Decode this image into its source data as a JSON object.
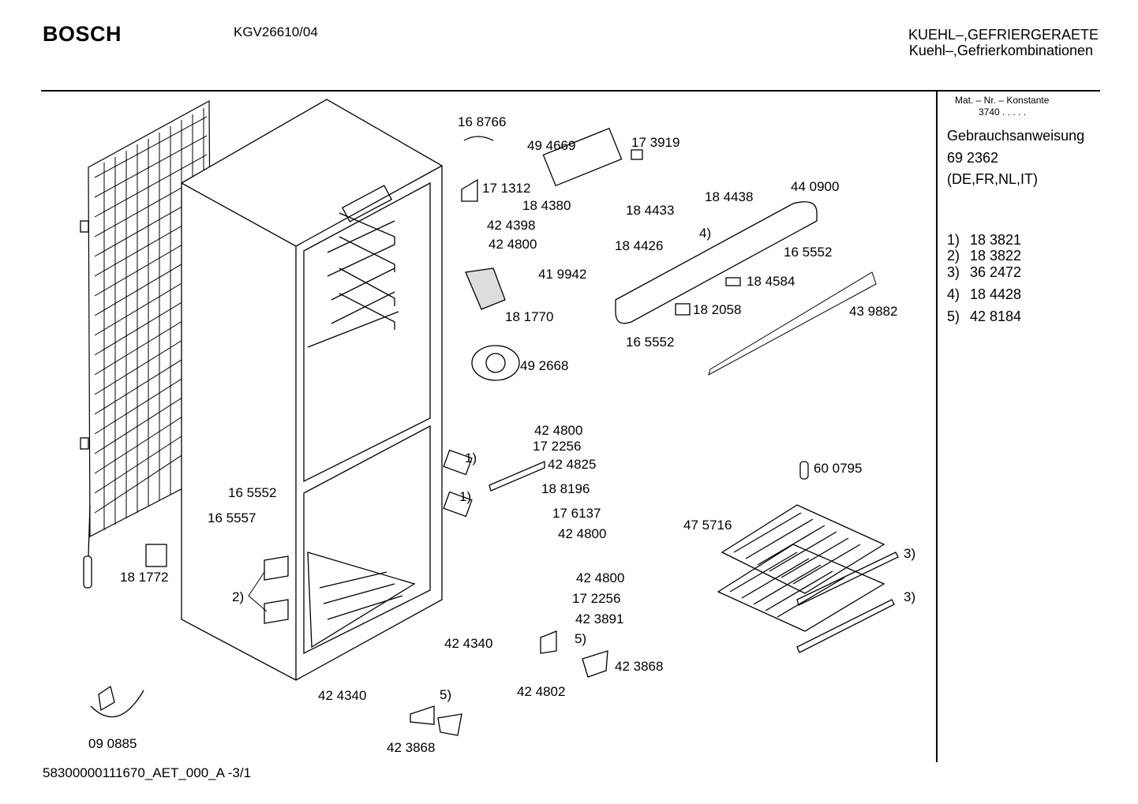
{
  "header": {
    "brand": "BOSCH",
    "model": "KGV26610/04",
    "category_line1": "KUEHL–,GEFRIERGERAETE",
    "category_line2": "Kuehl–,Gefrierkombinationen"
  },
  "sidebar": {
    "mat_header": "Mat. – Nr. – Konstante",
    "mat_value": "3740  .  .  .  .  .",
    "manual_title": "Gebrauchsanweisung",
    "manual_number": "69 2362",
    "languages": "(DE,FR,NL,IT)",
    "footnotes": [
      {
        "key": "1)",
        "value": "18 3821"
      },
      {
        "key": "2)",
        "value": "18 3822"
      },
      {
        "key": "3)",
        "value": "36 2472"
      },
      {
        "key": "4)",
        "value": "18 4428"
      },
      {
        "key": "5)",
        "value": "42 8184"
      }
    ]
  },
  "parts": [
    "16 8766",
    "49 4669",
    "17 3919",
    "17 1312",
    "18 4380",
    "42 4398",
    "42 4800",
    "18 4438",
    "44 0900",
    "18 4433",
    "4)",
    "18 4426",
    "16 5552",
    "41 9942",
    "18 1770",
    "18 4584",
    "18 2058",
    "43 9882",
    "16 5552",
    "49 2668",
    "42 4800",
    "17 2256",
    "42 4825",
    "1)",
    "18 8196",
    "17 6137",
    "42 4800",
    "1)",
    "16 5552",
    "16 5557",
    "60 0795",
    "47 5716",
    "3)",
    "3)",
    "18 1772",
    "2)",
    "42 4800",
    "17 2256",
    "42 3891",
    "5)",
    "42 4340",
    "42 3868",
    "42 4802",
    "42 4340",
    "5)",
    "09 0885",
    "42 3868"
  ],
  "footer": {
    "doc_id": "58300000111670_AET_000_A -3/1"
  }
}
